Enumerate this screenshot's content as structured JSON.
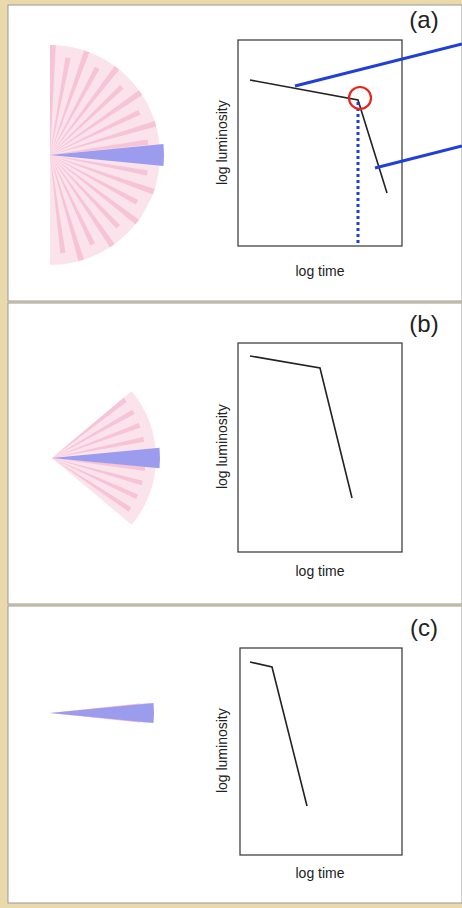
{
  "diagram": {
    "labels": [
      "(a)",
      "log luminosity",
      "log time",
      "(b)",
      "log luminosity",
      "log time",
      "(c)",
      "log luminosity",
      "log time"
    ]
  }
}
